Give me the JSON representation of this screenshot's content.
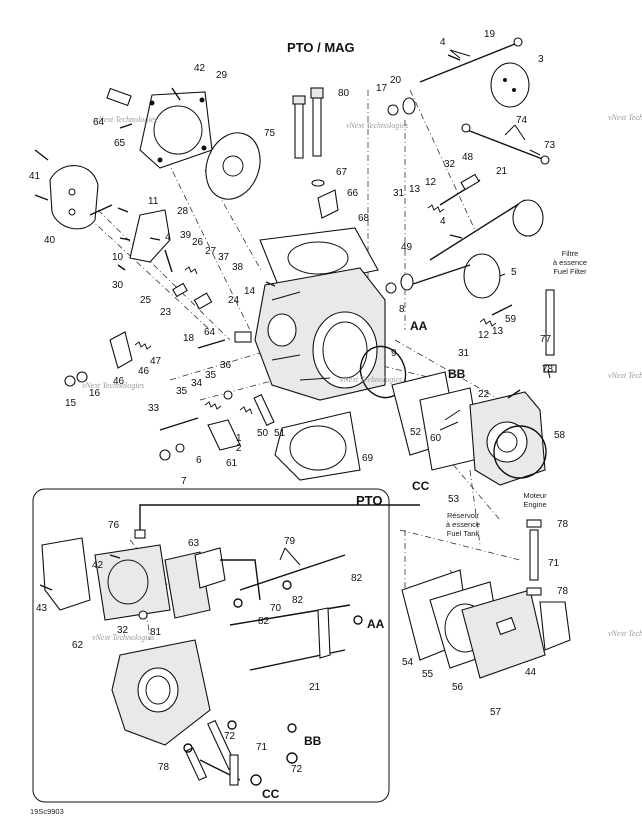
{
  "titles": {
    "main": "PTO / MAG",
    "inset": "PTO"
  },
  "connectors": {
    "aa": "AA",
    "bb": "BB",
    "cc": "CC"
  },
  "notes": {
    "fuel_filter_fr1": "Filtre",
    "fuel_filter_fr2": "à essence",
    "fuel_filter_en": "Fuel Filter",
    "engine_fr": "Moteur",
    "engine_en": "Engine",
    "tank_fr1": "Réservoir",
    "tank_fr2": "à essence",
    "tank_en": "Fuel Tank"
  },
  "watermark": "vNext Technologies",
  "footer_code": "19Sc9903",
  "callouts": {
    "c1": "1",
    "c2": "2",
    "c3": "3",
    "c4a": "4",
    "c4b": "4",
    "c4c": "4",
    "c5": "5",
    "c6": "6",
    "c7": "7",
    "c8": "8",
    "c9": "9",
    "c10": "10",
    "c11": "11",
    "c12a": "12",
    "c12b": "12",
    "c13a": "13",
    "c13b": "13",
    "c14": "14",
    "c15": "15",
    "c16": "16",
    "c17": "17",
    "c18": "18",
    "c19": "19",
    "c20": "20",
    "c21a": "21",
    "c21b": "21",
    "c22": "22",
    "c23": "23",
    "c24": "24",
    "c25": "25",
    "c26": "26",
    "c27": "27",
    "c28": "28",
    "c29": "29",
    "c30": "30",
    "c31a": "31",
    "c31b": "31",
    "c32a": "32",
    "c32b": "32",
    "c33": "33",
    "c34": "34",
    "c35a": "35",
    "c35b": "35",
    "c36": "36",
    "c37": "37",
    "c38": "38",
    "c39": "39",
    "c40": "40",
    "c41": "41",
    "c42a": "42",
    "c42b": "42",
    "c43": "43",
    "c44": "44",
    "c46a": "46",
    "c46b": "46",
    "c47": "47",
    "c48": "48",
    "c49": "49",
    "c50": "50",
    "c51": "51",
    "c52": "52",
    "c53": "53",
    "c54": "54",
    "c55": "55",
    "c56": "56",
    "c57": "57",
    "c58": "58",
    "c59": "59",
    "c60": "60",
    "c61": "61",
    "c62": "62",
    "c63": "63",
    "c64a": "64",
    "c64b": "64",
    "c65": "65",
    "c66": "66",
    "c67": "67",
    "c68": "68",
    "c69": "69",
    "c70": "70",
    "c71a": "71",
    "c71b": "71",
    "c72a": "72",
    "c72b": "72",
    "c73": "73",
    "c74": "74",
    "c75": "75",
    "c76": "76",
    "c77": "77",
    "c78a": "78",
    "c78b": "78",
    "c78c": "78",
    "c78d": "78",
    "c78e": "78",
    "c79": "79",
    "c80": "80",
    "c81": "81",
    "c82a": "82",
    "c82b": "82",
    "c82c": "82",
    "c82d": "82"
  }
}
